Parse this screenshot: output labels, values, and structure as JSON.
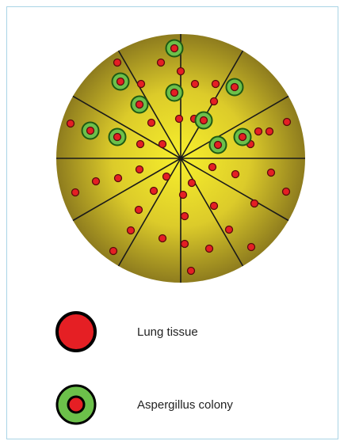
{
  "colors": {
    "frame_border": "#a9d4e6",
    "disk_center": "#f6ee2c",
    "disk_edge": "#8c7a1c",
    "divider_lines": "#1a1a1a",
    "tissue_fill": "#e51f24",
    "tissue_ring": "#5a0b0b",
    "colony_fill": "#6cc04a",
    "colony_ring": "#1e5a14"
  },
  "diagram": {
    "sector_count": 12
  },
  "legend": [
    {
      "label": "Lung tissue",
      "icon": "lung-tissue-icon"
    },
    {
      "label": "Aspergillus colony",
      "icon": "aspergillus-colony-icon"
    }
  ]
}
